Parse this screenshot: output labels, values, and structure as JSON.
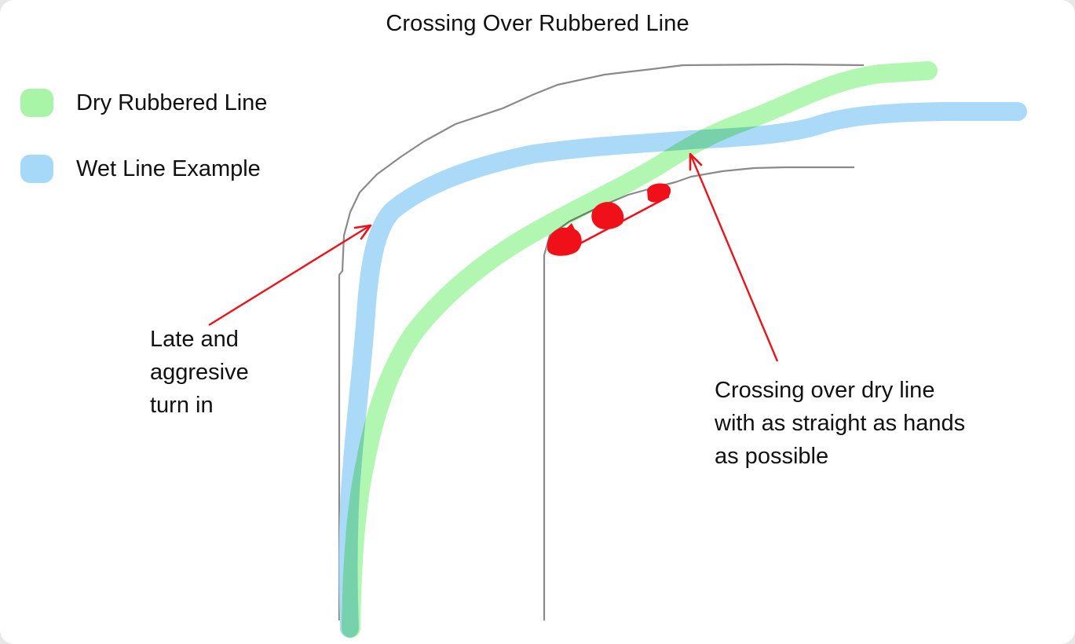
{
  "title": "Crossing Over Rubbered Line",
  "colors": {
    "dry_line": "#a8f5a8",
    "wet_line": "#a6d8f8",
    "track_edge": "#8a8a8a",
    "annotation_arrow": "#e8141c",
    "marks": "#f0101a"
  },
  "legend": {
    "items": [
      {
        "label": "Dry Rubbered Line",
        "color": "#a8f5a8"
      },
      {
        "label": "Wet Line Example",
        "color": "#a6d8f8"
      }
    ]
  },
  "annotations": {
    "left": {
      "lines": [
        "Late and",
        "aggresive",
        "turn in"
      ]
    },
    "right": {
      "lines": [
        "Crossing over dry line",
        "with as straight as hands",
        "as possible"
      ]
    }
  }
}
